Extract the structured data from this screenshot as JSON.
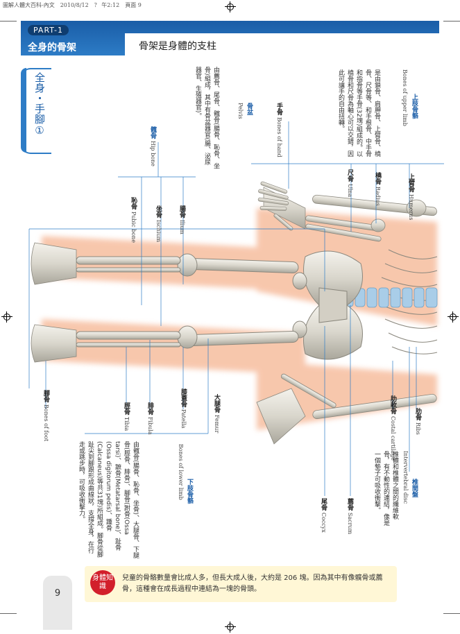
{
  "print_header": "圖解人體大百科-內文　2010/8/12　？ 午2:12　頁面 9",
  "header": {
    "part_label": "PART-1",
    "section_title": "全身的骨架",
    "chapter_title": "骨架是身體的支柱"
  },
  "side_tab": "全身・手腳①",
  "upper_limb": {
    "title": "上肢骨骼",
    "en": "Bones of upper limb",
    "body": "是由鎖骨、肩胛骨、上臂骨、橈骨、尺骨等、和手根骨、中手骨和指骨等手骨(32塊)組成的。以橈骨和尺骨為軸心可以交錯，因此可讓手的自由扭轉。"
  },
  "pelvis": {
    "title": "骨盆",
    "en": "Pelvis",
    "body": "由薦骨、尾骨、髖骨(腸骨、恥骨、坐骨)組成，其中有骨盆器官(腸、泌尿器官、生殖器官)。"
  },
  "lower_limb": {
    "title": "下肢骨骼",
    "en": "Bones of lower limb",
    "body": "由髖骨(腸骨、恥骨、坐骨)、大腿骨、下腿骨(脛骨、腓骨)、腳骨(跗骨(Ossa tarsi)、蹠骨(Metatarsal bone)、趾骨(Ossa digitorum pedis)、踵骨(Calcaneus)等共31塊)所組成。腳骨從腳趾尖到腳跟形成曲線狀，支撐全身，在行走或跳步時，可吸收衝擊力。"
  },
  "intervertebral": {
    "title": "椎間盤",
    "en": "Intervertebral disc",
    "body": "椎體和椎體之間的纖維軟骨，有不動性的連結，像是一個墊子可吸收衝擊。"
  },
  "labels": {
    "humerus": {
      "zh": "上臂骨",
      "en": "Humerus"
    },
    "radius": {
      "zh": "橈骨",
      "en": "Radius"
    },
    "ulna": {
      "zh": "尺骨",
      "en": "Ulna"
    },
    "hand": {
      "zh": "手骨",
      "en": "Bones of hand"
    },
    "hip": {
      "zh": "髖骨",
      "en": "Hip bone"
    },
    "ilium": {
      "zh": "腸骨",
      "en": "Ilium"
    },
    "ischium": {
      "zh": "坐骨",
      "en": "Ischium"
    },
    "pubic": {
      "zh": "恥骨",
      "en": "Pubic bone"
    },
    "ribs": {
      "zh": "肋骨",
      "en": "Ribs"
    },
    "costal": {
      "zh": "肋軟骨",
      "en": "Costal cartilage"
    },
    "sacrum": {
      "zh": "薦骨",
      "en": "Sacrum"
    },
    "coccyx": {
      "zh": "尾骨",
      "en": "Coccyx"
    },
    "femur": {
      "zh": "大腿骨",
      "en": "Femur"
    },
    "patella": {
      "zh": "膝蓋骨",
      "en": "Patella"
    },
    "fibula": {
      "zh": "腓骨",
      "en": "Fibula"
    },
    "tibia": {
      "zh": "脛骨",
      "en": "Tibia"
    },
    "foot": {
      "zh": "腳骨",
      "en": "Bones of foot"
    }
  },
  "note": {
    "badge": "身體知識",
    "text": "兒童的骨骼數量會比成人多，但長大成人後，大約是 206 塊。因為其中有像髖骨或薦骨，這種會在成長過程中連結為一塊的骨頭。"
  },
  "page_number": "9",
  "colors": {
    "accent": "#2d7cc6",
    "badge": "#d21f2b",
    "note_bg": "#fff7d6"
  }
}
